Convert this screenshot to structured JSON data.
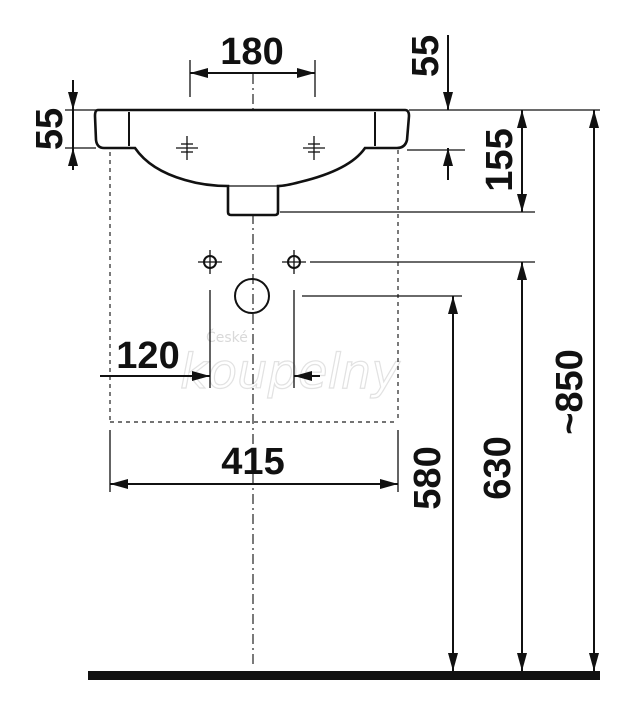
{
  "drawing": {
    "dimensions": {
      "tap_spacing": "180",
      "rim_height_top": "55",
      "rim_thickness": "55",
      "basin_depth": "155",
      "bracket_spacing": "120",
      "basin_width": "415",
      "waste_height": "580",
      "fixing_height": "630",
      "overall_height": "~850"
    },
    "watermark": {
      "line1": "České",
      "line2": "koupelny"
    },
    "colors": {
      "line": "#111111",
      "watermark": "#d9d9d9",
      "background": "#ffffff"
    }
  }
}
